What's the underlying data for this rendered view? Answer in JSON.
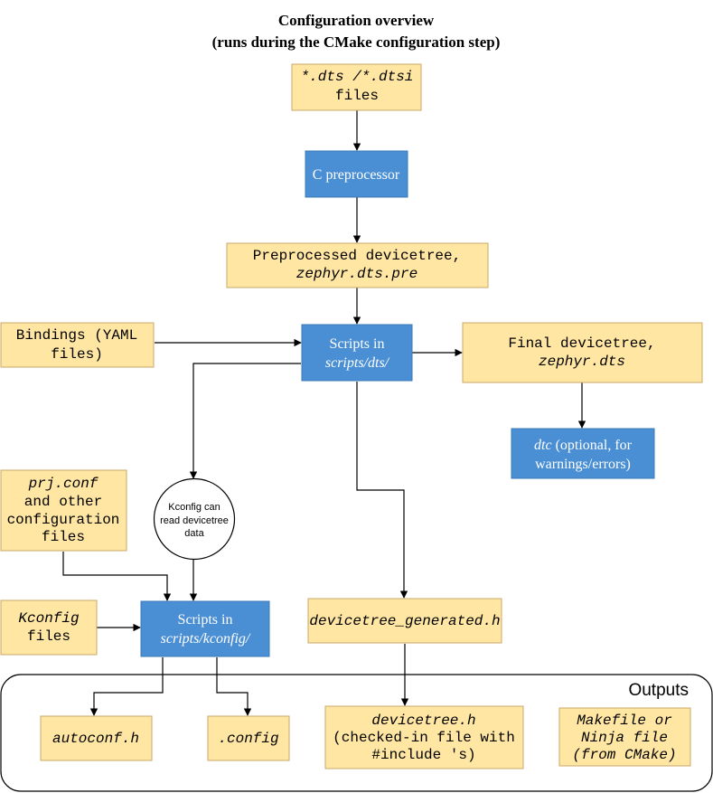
{
  "title": {
    "line1": "Configuration overview",
    "line2": "(runs during the CMake configuration step)"
  },
  "nodes": {
    "dts_files": {
      "line1": "*.dts /*.dtsi",
      "line2": "files"
    },
    "c_preprocessor": {
      "label": "C preprocessor"
    },
    "preprocessed_devicetree": {
      "line1": "Preprocessed devicetree,",
      "line2": "zephyr.dts.pre"
    },
    "bindings": {
      "line1": "Bindings (YAML",
      "line2": "files)"
    },
    "scripts_dts": {
      "line1": "Scripts in",
      "line2": "scripts/dts/"
    },
    "final_devicetree": {
      "line1": "Final devicetree,",
      "line2": "zephyr.dts"
    },
    "dtc": {
      "line1_em": "dtc",
      "line1_rest": " (optional, for",
      "line2": "warnings/errors)"
    },
    "prj_conf": {
      "line1": "prj.conf",
      "line2": "and other",
      "line3": "configuration",
      "line4": "files"
    },
    "kconfig_note": {
      "line1": "Kconfig can",
      "line2": "read devicetree",
      "line3": "data"
    },
    "kconfig_files": {
      "line1": "Kconfig",
      "line2": "files"
    },
    "scripts_kconfig": {
      "line1": "Scripts in",
      "line2": "scripts/kconfig/"
    },
    "devicetree_generated": {
      "label": "devicetree_generated.h"
    },
    "outputs": {
      "label": "Outputs"
    },
    "autoconf": {
      "label": "autoconf.h"
    },
    "dot_config": {
      "label": ".config"
    },
    "devicetree_h": {
      "line1": "devicetree.h",
      "line2": "(checked-in file with",
      "line3": "#include 's)"
    },
    "makefile": {
      "line1": "Makefile or",
      "line2": "Ninja file",
      "line3": "(from CMake)"
    }
  },
  "colors": {
    "file_box": "#ffe6a3",
    "process_box": "#4a8fd4"
  }
}
